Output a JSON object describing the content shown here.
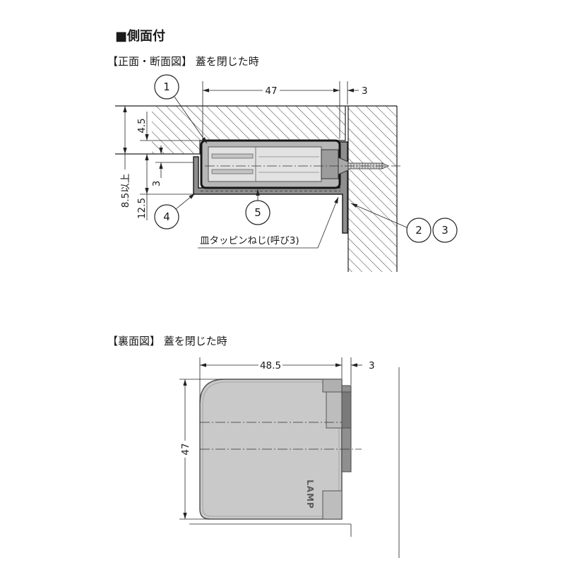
{
  "section_title": "■側面付",
  "front_section": {
    "heading": "【正面・断面図】 蓋を閉じた時",
    "dim_width": "47",
    "dim_gap": "3",
    "dim_upper": "4.5",
    "dim_small": "3",
    "dim_height": "12.5",
    "dim_min_thickness": "8.5以上",
    "callouts": [
      "1",
      "2",
      "3",
      "4",
      "5"
    ],
    "screw_label": "皿タッピンねじ(呼び3)"
  },
  "back_section": {
    "heading": "【裏面図】 蓋を閉じた時",
    "dim_width": "48.5",
    "dim_gap": "3",
    "dim_height": "47",
    "logo_text": "LAMP"
  },
  "colors": {
    "line": "#222222",
    "housing": "#b7b7b7",
    "plate": "#8e8e8e",
    "body": "#c9c9c9",
    "strip": "#8f8f8f"
  }
}
